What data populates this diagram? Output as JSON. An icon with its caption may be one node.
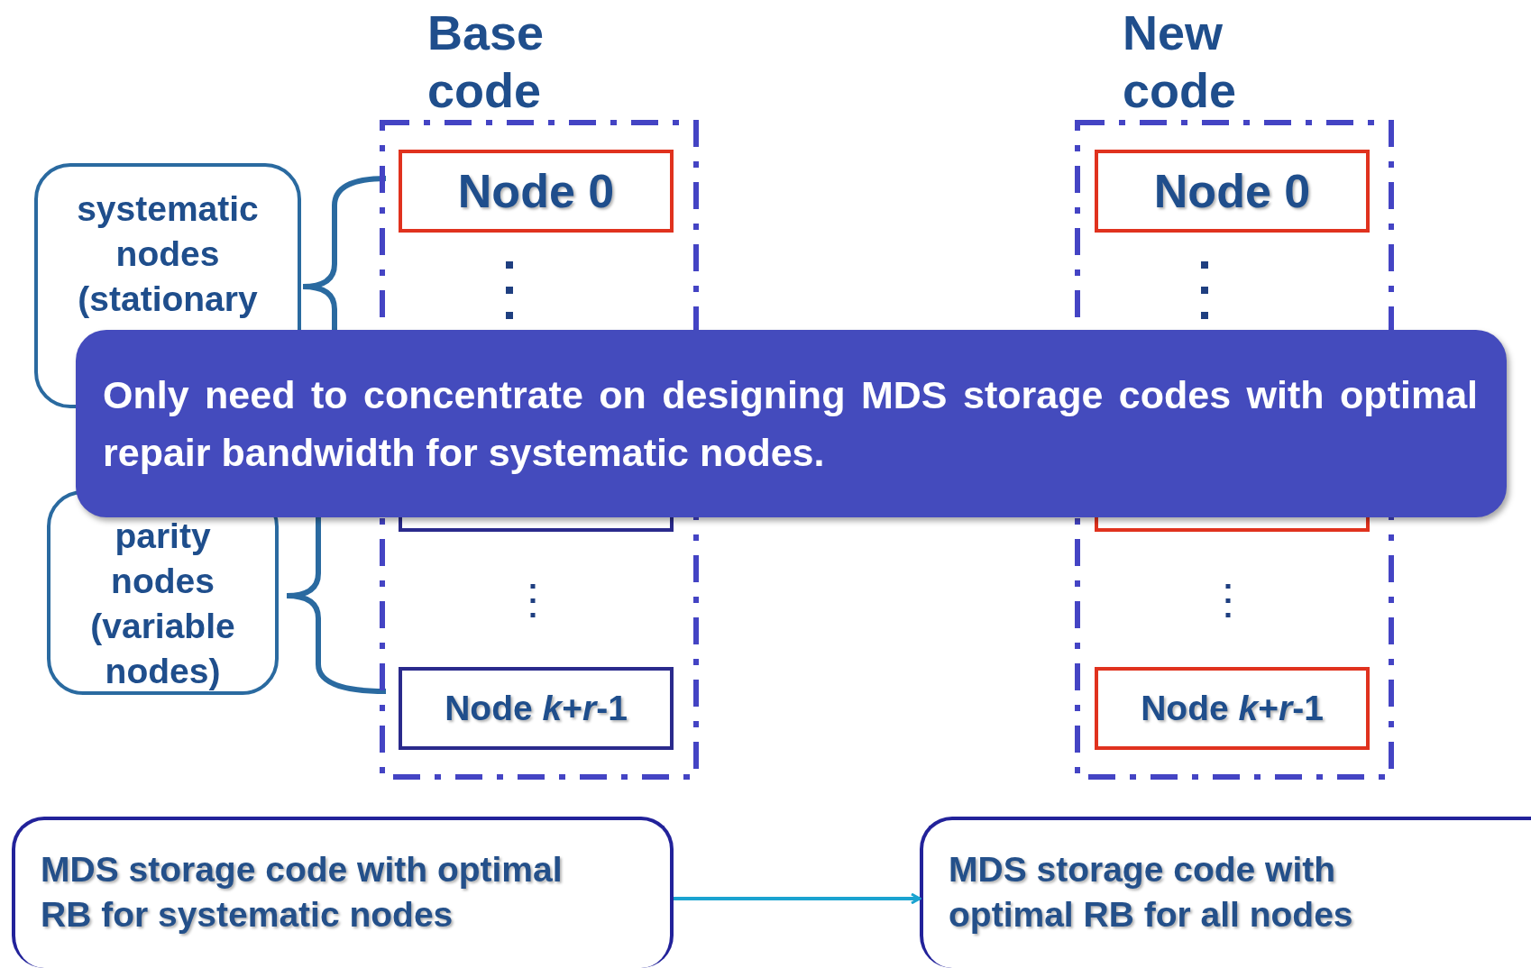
{
  "diagram": {
    "nodes": [
      {
        "text": [
          "Base code"
        ]
      },
      {
        "text": [
          "Node 0"
        ],
        "in": 0
      },
      {
        "text": [],
        "shape": "box",
        "in": 0
      },
      {
        "text": [
          "Node *k*+*r*-1"
        ],
        "in": 0
      },
      {
        "text": [
          "New code"
        ]
      },
      {
        "text": [
          "Node 0"
        ],
        "in": 4
      },
      {
        "text": [],
        "shape": "box",
        "in": 4
      },
      {
        "text": [
          "Node *k*+*r*-1"
        ],
        "in": 4
      },
      {
        "text": [
          "systematic nodes (stationary"
        ]
      },
      {
        "text": [
          "parity nodes (variable nodes)"
        ]
      },
      {
        "text": [
          "Only need to concentrate on designing MDS storage codes with optimal repair bandwidth for systematic nodes."
        ]
      },
      {
        "text": [
          "MDS storage code with optimal RB for systematic nodes"
        ]
      },
      {
        "text": [
          "MDS storage code with optimal RB for all nodes"
        ]
      }
    ],
    "edges": [
      {
        "from": 11,
        "to": 12,
        "arrow": "to"
      }
    ]
  }
}
